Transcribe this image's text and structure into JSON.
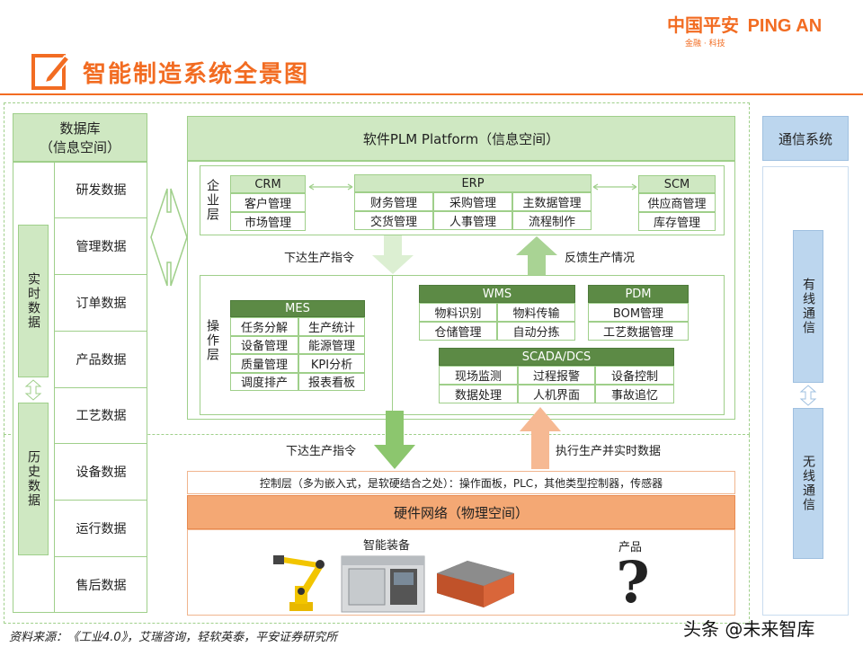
{
  "brand": {
    "name_cn": "中国平安",
    "name_en": "PING AN",
    "tagline": "金融 · 科技"
  },
  "title": "智能制造系统全景图",
  "database": {
    "header_line1": "数据库",
    "header_line2": "（信息空间）",
    "realtime": "实时数据",
    "history": "历史数据",
    "items": [
      "研发数据",
      "管理数据",
      "订单数据",
      "产品数据",
      "工艺数据",
      "设备数据",
      "运行数据",
      "售后数据"
    ]
  },
  "plm": {
    "header": "软件PLM Platform（信息空间）",
    "enterprise_label": "企业层",
    "crm": {
      "title": "CRM",
      "items": [
        "客户管理",
        "市场管理"
      ]
    },
    "erp": {
      "title": "ERP",
      "items": [
        "财务管理",
        "采购管理",
        "主数据管理",
        "交货管理",
        "人事管理",
        "流程制作"
      ]
    },
    "scm": {
      "title": "SCM",
      "items": [
        "供应商管理",
        "库存管理"
      ]
    },
    "down_label": "下达生产指令",
    "up_label": "反馈生产情况",
    "operation_label": "操作层",
    "mes": {
      "title": "MES",
      "items": [
        "任务分解",
        "生产统计",
        "设备管理",
        "能源管理",
        "质量管理",
        "KPI分析",
        "调度排产",
        "报表看板"
      ]
    },
    "wms": {
      "title": "WMS",
      "items": [
        "物料识别",
        "物料传输",
        "仓储管理",
        "自动分拣"
      ]
    },
    "pdm": {
      "title": "PDM",
      "items": [
        "BOM管理",
        "工艺数据管理"
      ]
    },
    "scada": {
      "title": "SCADA/DCS",
      "items": [
        "现场监测",
        "过程报警",
        "设备控制",
        "数据处理",
        "人机界面",
        "事故追忆"
      ]
    }
  },
  "lower": {
    "down_label": "下达生产指令",
    "up_label": "执行生产并实时数据",
    "control_layer": "控制层（多为嵌入式，是软硬结合之处）：操作面板，PLC，其他类型控制器，传感器",
    "hardware_header": "硬件网络（物理空间）",
    "equipment_label": "智能装备",
    "product_label": "产品",
    "product_symbol": "?"
  },
  "comm": {
    "header": "通信系统",
    "wired": "有线通信",
    "wireless": "无线通信"
  },
  "source": "资料来源：《工业4.0》，艾瑞咨询，轻软英泰，平安证券研究所",
  "watermark": "头条 @未来智库",
  "colors": {
    "brand_orange": "#f26c22",
    "green_header": "#cfe8c2",
    "dark_green": "#5c8a45",
    "blue": "#bcd6ee",
    "orange_bar": "#f4a874"
  }
}
